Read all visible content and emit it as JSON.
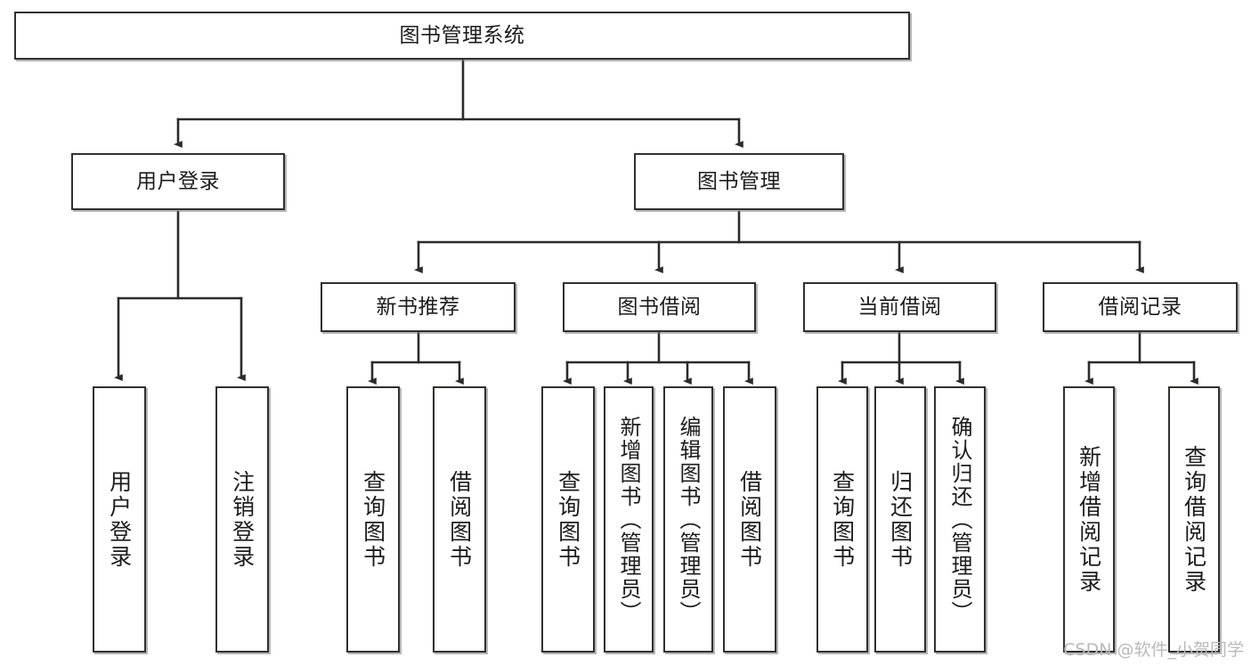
{
  "diagram": {
    "type": "tree-hierarchy",
    "title": "图书管理系统",
    "colors": {
      "background": "#ffffff",
      "box_border": "#30302f",
      "box_fill": "#ffffff",
      "connector": "#2b2b2b",
      "text": "#1c1c1c",
      "watermark": "#b9b9b9"
    },
    "root": {
      "label": "图书管理系统",
      "orientation": "horizontal"
    },
    "level1": [
      {
        "label": "用户登录",
        "orientation": "horizontal"
      },
      {
        "label": "图书管理",
        "orientation": "horizontal"
      }
    ],
    "level2": [
      {
        "label": "新书推荐",
        "orientation": "horizontal"
      },
      {
        "label": "图书借阅",
        "orientation": "horizontal"
      },
      {
        "label": "当前借阅",
        "orientation": "horizontal"
      },
      {
        "label": "借阅记录",
        "orientation": "horizontal"
      }
    ],
    "leaves": {
      "user_login": [
        {
          "label": "用户登录",
          "orientation": "vertical"
        },
        {
          "label": "注销登录",
          "orientation": "vertical"
        }
      ],
      "new_book_recommend": [
        {
          "label": "查询图书",
          "orientation": "vertical"
        },
        {
          "label": "借阅图书",
          "orientation": "vertical"
        }
      ],
      "book_borrow": [
        {
          "label": "查询图书",
          "orientation": "vertical"
        },
        {
          "label": "新增图书（管理员）",
          "orientation": "vertical"
        },
        {
          "label": "编辑图书（管理员）",
          "orientation": "vertical"
        },
        {
          "label": "借阅图书",
          "orientation": "vertical"
        }
      ],
      "current_borrow": [
        {
          "label": "查询图书",
          "orientation": "vertical"
        },
        {
          "label": "归还图书",
          "orientation": "vertical"
        },
        {
          "label": "确认归还（管理员）",
          "orientation": "vertical"
        }
      ],
      "borrow_records": [
        {
          "label": "新增借阅记录",
          "orientation": "vertical"
        },
        {
          "label": "查询借阅记录",
          "orientation": "vertical"
        }
      ]
    }
  },
  "watermark": {
    "text": "CSDN @软件_小贺同学"
  }
}
